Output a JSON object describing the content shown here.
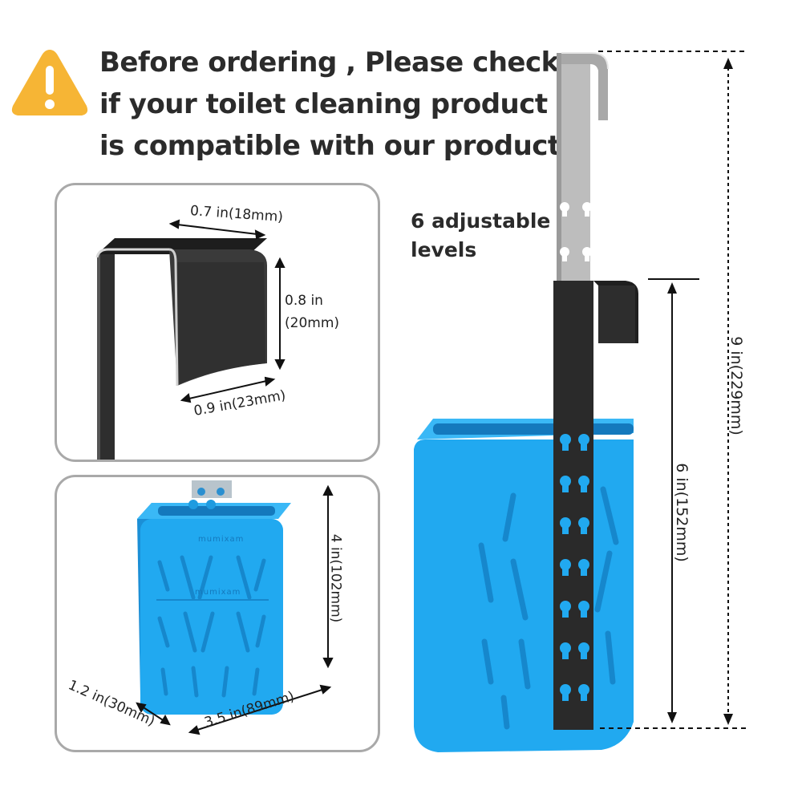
{
  "headline": {
    "line1": "Before ordering , Please check",
    "line2": "if your toilet cleaning product",
    "line3": "is compatible with our product."
  },
  "hook_dims": {
    "width": "0.7 in(18mm)",
    "height_in": "0.8 in",
    "height_mm": "(20mm)",
    "depth": "0.9 in(23mm)"
  },
  "box_dims": {
    "height": "4 in(102mm)",
    "thickness": "1.2 in(30mm)",
    "width": "3.5 in(89mm)",
    "brand": "mumixam"
  },
  "main": {
    "levels_line1": "6 adjustable",
    "levels_line2": "levels",
    "total_height": "9 in(229mm)",
    "drop_height": "6 in(152mm)"
  },
  "colors": {
    "warning": "#f6b535",
    "box_blue": "#21a9f0",
    "hook_dark": "#2a2a2a",
    "hook_silver": "#b7b7b7",
    "panel_border": "#a9a9a9"
  },
  "icons": [
    "warning-icon"
  ]
}
